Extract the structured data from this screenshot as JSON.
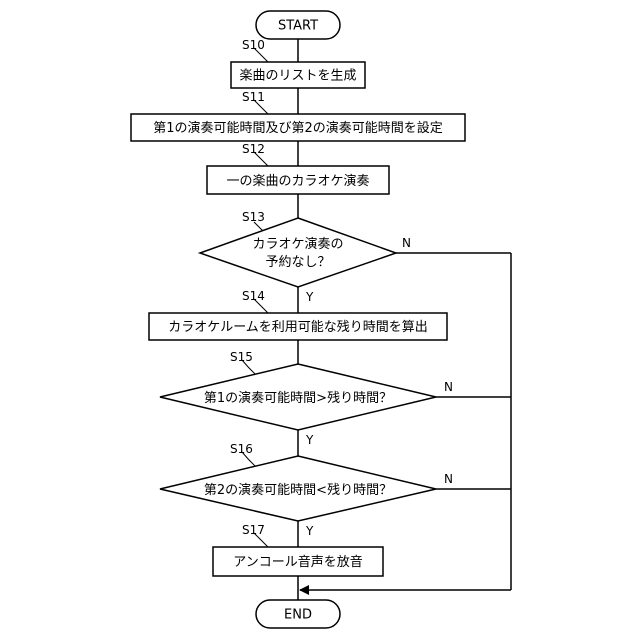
{
  "flowchart": {
    "start": "START",
    "end": "END",
    "steps": {
      "s10": {
        "id": "S10",
        "text": "楽曲のリストを生成"
      },
      "s11": {
        "id": "S11",
        "text": "第1の演奏可能時間及び第2の演奏可能時間を設定"
      },
      "s12": {
        "id": "S12",
        "text": "一の楽曲のカラオケ演奏"
      },
      "s13": {
        "id": "S13",
        "line1": "カラオケ演奏の",
        "line2": "予約なし？",
        "yes": "Y",
        "no": "N"
      },
      "s14": {
        "id": "S14",
        "text": "カラオケルームを利用可能な残り時間を算出"
      },
      "s15": {
        "id": "S15",
        "text": "第1の演奏可能時間>残り時間？",
        "yes": "Y",
        "no": "N"
      },
      "s16": {
        "id": "S16",
        "text": "第2の演奏可能時間<残り時間？",
        "yes": "Y",
        "no": "N"
      },
      "s17": {
        "id": "S17",
        "text": "アンコール音声を放音"
      }
    }
  }
}
